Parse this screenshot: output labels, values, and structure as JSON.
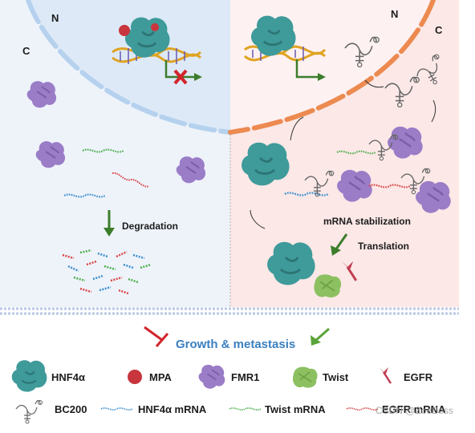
{
  "left_panel": {
    "nucleus_label": "N",
    "cytoplasm_label": "C",
    "degradation_label": "Degradation"
  },
  "right_panel": {
    "nucleus_label": "N",
    "cytoplasm_label": "C",
    "stabilization_label": "mRNA stabilization",
    "translation_label": "Translation"
  },
  "outcome": {
    "label": "Growth & metastasis"
  },
  "legend": {
    "hnf4a": "HNF4α",
    "mpa": "MPA",
    "fmr1": "FMR1",
    "twist": "Twist",
    "egfr": "EGFR",
    "bc200": "BC200",
    "hnf4a_mrna": "HNF4α mRNA",
    "twist_mrna": "Twist  mRNA",
    "egfr_mrna": "EGFR mRNA"
  },
  "watermark": "CSDN @ZoeBoss",
  "colors": {
    "hnf4a": "#3f9a9a",
    "mpa": "#c8353c",
    "fmr1": "#9a7cc7",
    "twist": "#8cc060",
    "egfr": "#c03d52",
    "hnf4a_mrna": "#3a8fd0",
    "twist_mrna": "#4cae4c",
    "egfr_mrna": "#d94545",
    "growth": "#3a7fc1",
    "inhibit": "#d3242b",
    "arrow_green": "#3c7d2b",
    "membrane_left": "#b5d1ee",
    "membrane_right": "#ec8a50"
  }
}
